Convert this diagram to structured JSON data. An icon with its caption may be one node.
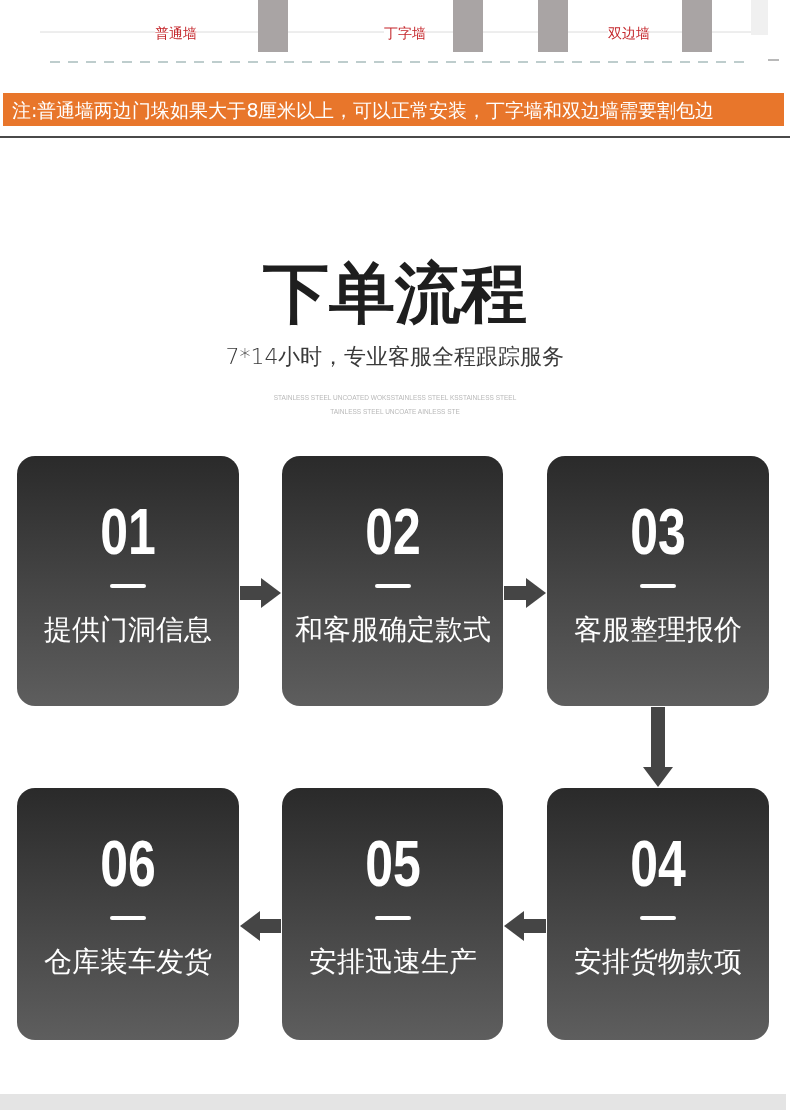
{
  "diagram": {
    "title": "下单流程",
    "nodes": [
      {
        "text": [
          "注:普通墙两边门垛如果大于8厘米以上，可以正常安装，丁字墙和双边墙需要割包边"
        ]
      },
      {
        "text": [
          "01",
          "提供门洞信息"
        ]
      },
      {
        "text": [
          "02",
          "和客服确定款式"
        ]
      },
      {
        "text": [
          "03",
          "客服整理报价"
        ]
      },
      {
        "text": [
          "04",
          "安排货物款项"
        ]
      },
      {
        "text": [
          "05",
          "安排迅速生产"
        ]
      },
      {
        "text": [
          "06",
          "仓库装车发货"
        ]
      }
    ],
    "edges": [
      {
        "from": 1,
        "to": 2,
        "arrow": "to"
      },
      {
        "from": 2,
        "to": 3,
        "arrow": "to"
      },
      {
        "from": 3,
        "to": 4,
        "arrow": "to"
      },
      {
        "from": 4,
        "to": 5,
        "arrow": "to"
      },
      {
        "from": 5,
        "to": 6,
        "arrow": "to"
      }
    ],
    "labels": [
      "普通墙",
      "丁字墙",
      "双边墙",
      "7*14小时，专业客服全程跟踪服务",
      "STAINLESS STEEL UNCOATED WOKSSTAINLESS STEEL KSSTAINLESS STEEL",
      "TAINLESS STEEL UNCOATE AINLESS STE"
    ]
  }
}
